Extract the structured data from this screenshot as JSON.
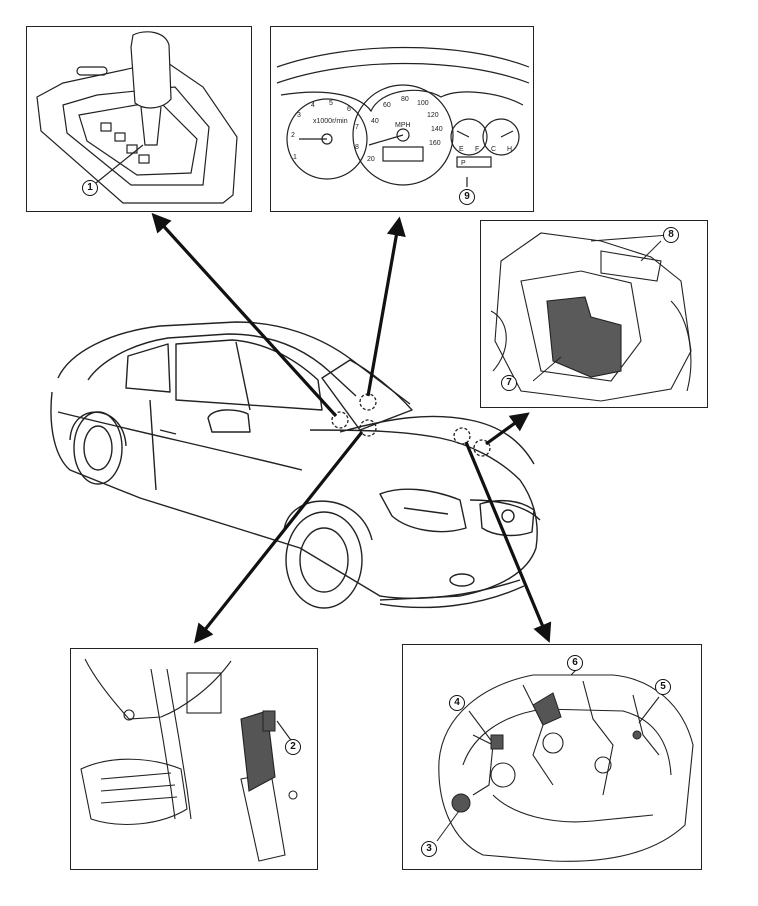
{
  "callouts": {
    "c1": "1",
    "c2": "2",
    "c3": "3",
    "c4": "4",
    "c5": "5",
    "c6": "6",
    "c7": "7",
    "c8": "8",
    "c9": "9"
  },
  "cluster": {
    "tach_label": "x1000r/min",
    "speed_unit": "MPH",
    "speed_ticks": [
      "20",
      "40",
      "60",
      "80",
      "100",
      "120",
      "140",
      "160"
    ],
    "tach_ticks": [
      "1",
      "2",
      "3",
      "4",
      "5",
      "6",
      "7",
      "8"
    ],
    "shift_indicator": "P",
    "fuel_e": "E",
    "fuel_f": "F",
    "temp_c": "C",
    "temp_h": "H"
  },
  "colors": {
    "line": "#222222",
    "shade": "#555555",
    "arrow": "#111111"
  }
}
